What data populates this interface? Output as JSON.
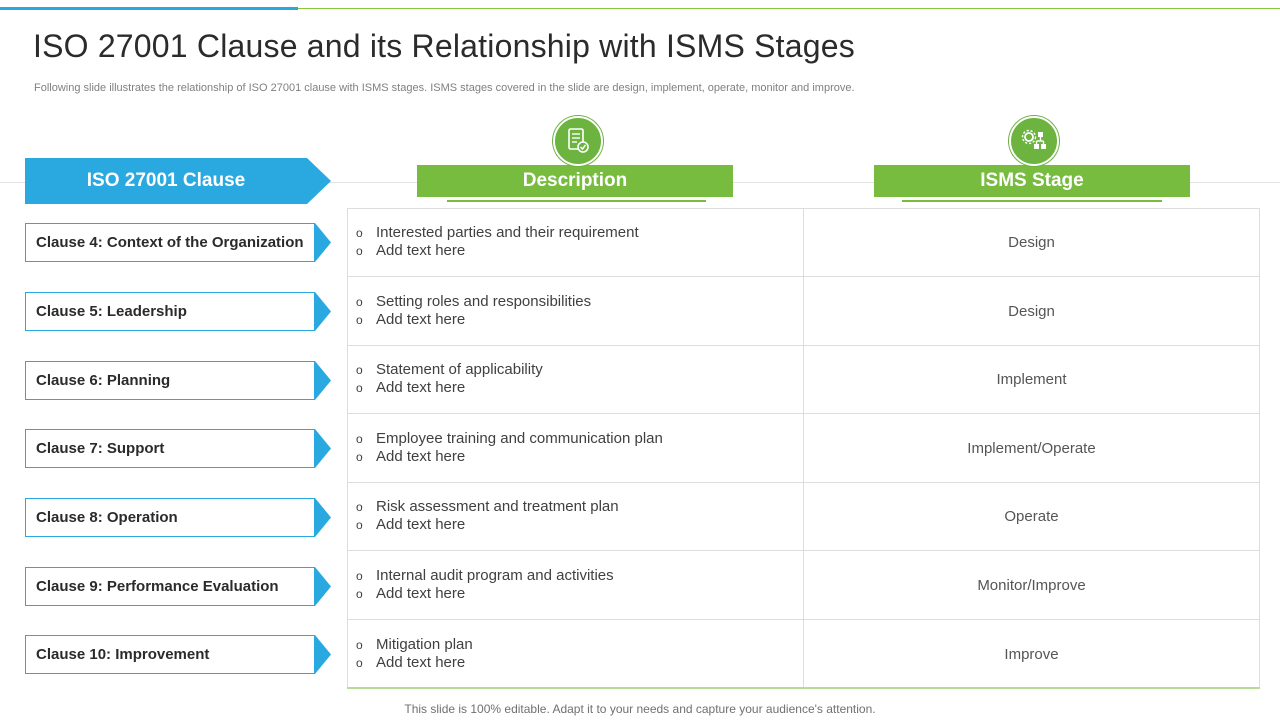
{
  "title": "ISO 27001 Clause and its Relationship with ISMS Stages",
  "subtitle": "Following slide illustrates the relationship of ISO 27001 clause with ISMS stages. ISMS stages covered in the slide are design, implement, operate, monitor and improve.",
  "headers": {
    "clause": "ISO 27001 Clause",
    "description": "Description",
    "stage": "ISMS Stage"
  },
  "icons": {
    "description_icon": "document-checklist-icon",
    "stage_icon": "process-gears-icon"
  },
  "colors": {
    "blue_accent": "#2aa9e0",
    "green_accent": "#77bc3f"
  },
  "bullet_symbol": "o",
  "rows": [
    {
      "clause": "Clause 4: Context of the Organization",
      "desc1": "Interested parties and their requirement",
      "desc2": "Add text here",
      "stage": "Design"
    },
    {
      "clause": "Clause 5: Leadership",
      "desc1": "Setting roles and responsibilities",
      "desc2": "Add text here",
      "stage": "Design"
    },
    {
      "clause": "Clause 6: Planning",
      "desc1": "Statement of applicability",
      "desc2": "Add text here",
      "stage": "Implement"
    },
    {
      "clause": "Clause 7: Support",
      "desc1": "Employee training and communication plan",
      "desc2": "Add text here",
      "stage": "Implement/Operate"
    },
    {
      "clause": "Clause 8: Operation",
      "desc1": "Risk assessment and treatment plan",
      "desc2": "Add text here",
      "stage": "Operate"
    },
    {
      "clause": "Clause 9: Performance Evaluation",
      "desc1": "Internal audit program and activities",
      "desc2": "Add text here",
      "stage": "Monitor/Improve"
    },
    {
      "clause": "Clause 10: Improvement",
      "desc1": "Mitigation plan",
      "desc2": "Add text here",
      "stage": "Improve"
    }
  ],
  "footer": "This slide is 100% editable. Adapt it to your needs and capture your audience's attention."
}
